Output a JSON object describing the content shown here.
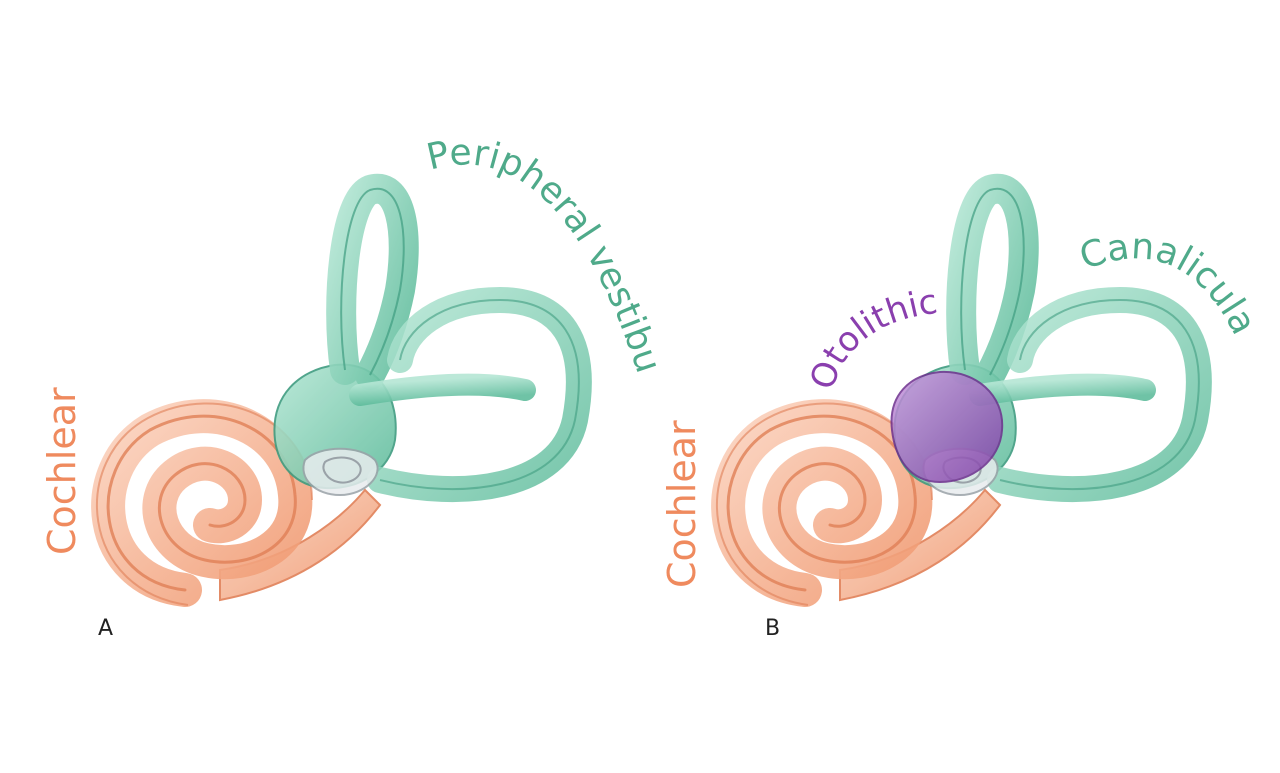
{
  "panels": [
    {
      "letter": "A",
      "labels": {
        "cochlear": "Cochlear",
        "vestibular": "Peripheral vestibular"
      }
    },
    {
      "letter": "B",
      "labels": {
        "cochlear": "Cochlear",
        "otolithic": "Otolithic",
        "canalicular": "Canalicular"
      }
    }
  ],
  "colors": {
    "cochlea": "#f2a17c",
    "cochlea_dark": "#e07f56",
    "vestibular": "#7fcdb3",
    "vestibular_dark": "#3f9c80",
    "otolithic": "#9b5fb8",
    "otolithic_dark": "#6d2f8e",
    "label_orange": "#ef8a5e",
    "label_green": "#4faa8a",
    "label_purple": "#8a3fae"
  }
}
